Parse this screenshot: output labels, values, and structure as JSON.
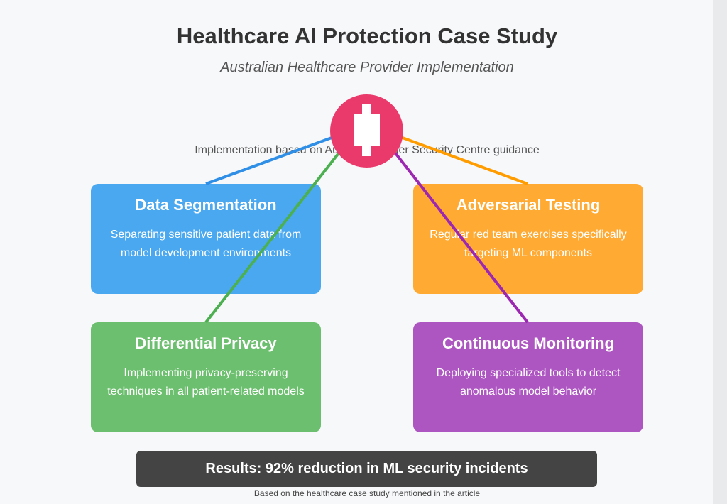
{
  "header": {
    "title": "Healthcare AI Protection Case Study",
    "subtitle": "Australian Healthcare Provider Implementation"
  },
  "hub": {
    "icon": "medical-cross-icon",
    "color": "#ea3a6b"
  },
  "note": "Implementation based on Australian Cyber Security Centre guidance",
  "cards": [
    {
      "title": "Data Segmentation",
      "description": "Separating sensitive patient data from model development environments",
      "color": "#4aa8f0"
    },
    {
      "title": "Adversarial Testing",
      "description": "Regular red team exercises specifically targeting ML components",
      "color": "#ffaa33"
    },
    {
      "title": "Differential Privacy",
      "description": "Implementing privacy-preserving techniques in all patient-related models",
      "color": "#6cbf6e"
    },
    {
      "title": "Continuous Monitoring",
      "description": "Deploying specialized tools to detect anomalous model behavior",
      "color": "#ad55c1"
    }
  ],
  "results": "Results: 92% reduction in ML security incidents",
  "footer": "Based on the healthcare case study mentioned in the article"
}
